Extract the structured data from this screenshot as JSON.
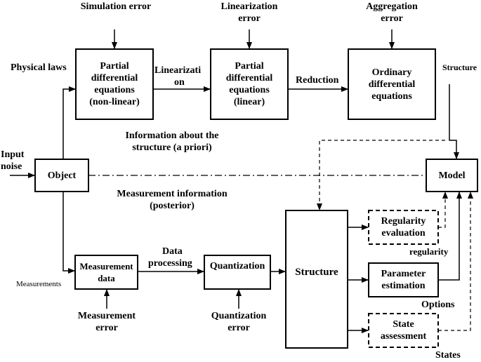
{
  "labels": {
    "simulation_error": "Simulation error",
    "linearization_error_1": "Linearization",
    "linearization_error_2": "error",
    "aggregation_error_1": "Aggregation",
    "aggregation_error_2": "error",
    "physical_laws": "Physical laws",
    "linearization_1": "Linearizati",
    "linearization_2": "on",
    "reduction": "Reduction",
    "structure_top": "Structure",
    "info_structure_1": "Information about the",
    "info_structure_2": "structure (a priori)",
    "input_noise_1": "Input",
    "input_noise_2": "noise",
    "measurement_info_1": "Measurement information",
    "measurement_info_2": "(posterior)",
    "data_processing_1": "Data",
    "data_processing_2": "processing",
    "measurements": "Measurements",
    "measurement_error_1": "Measurement",
    "measurement_error_2": "error",
    "quantization_error_1": "Quantization",
    "quantization_error_2": "error",
    "regularity": "regularity",
    "options": "Options",
    "states": "States"
  },
  "boxes": {
    "pde_nonlinear": [
      "Partial",
      "differential",
      "equations",
      "(non-linear)"
    ],
    "pde_linear": [
      "Partial",
      "differential",
      "equations",
      "(linear)"
    ],
    "ode": [
      "Ordinary",
      "differential",
      "equations"
    ],
    "object": "Object",
    "model": "Model",
    "measurement_data": [
      "Measurement",
      "data"
    ],
    "quantization": "Quantization",
    "structure": "Structure",
    "regularity_evaluation": [
      "Regularity",
      "evaluation"
    ],
    "parameter_estimation": [
      "Parameter",
      "estimation"
    ],
    "state_assessment": [
      "State",
      "assessment"
    ]
  }
}
